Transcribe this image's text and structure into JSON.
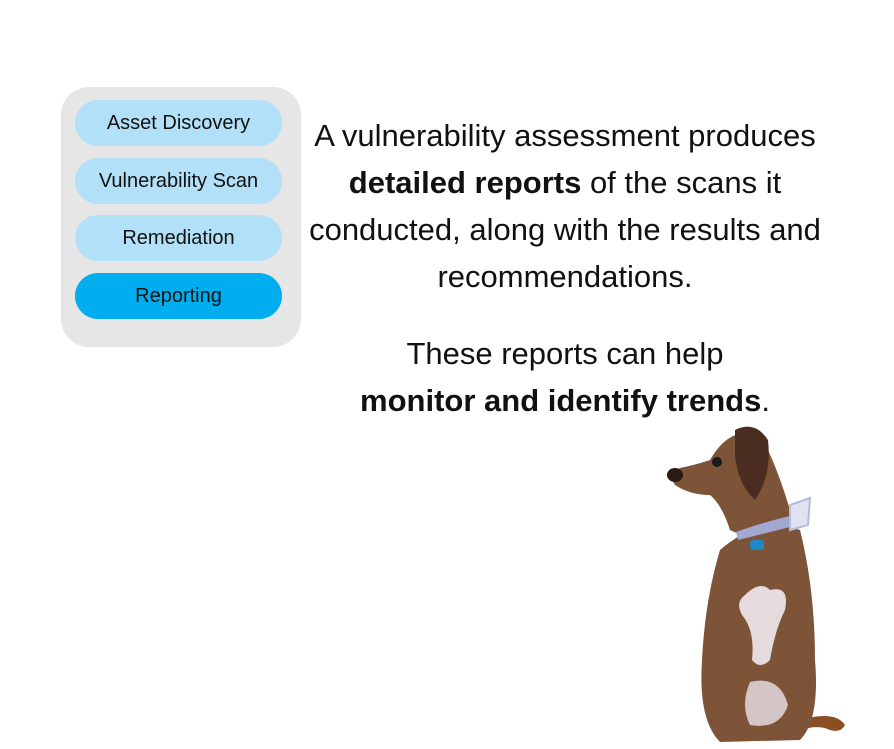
{
  "steps": [
    {
      "label": "Asset Discovery",
      "active": false
    },
    {
      "label": "Vulnerability Scan",
      "active": false
    },
    {
      "label": "Remediation",
      "active": false
    },
    {
      "label": "Reporting",
      "active": true
    }
  ],
  "content": {
    "p1_a": "A vulnerability assessment produces ",
    "p1_bold": "detailed reports",
    "p1_b": " of the scans it conducted, along with the results and recommendations.",
    "p2_a": "These reports can help ",
    "p2_bold": "monitor and identify trends",
    "p2_b": "."
  },
  "colors": {
    "pill_inactive": "#b2e0f8",
    "pill_active": "#00aeef",
    "panel_bg": "#e6e6e6"
  },
  "illustration": {
    "icon": "dog-illustration"
  }
}
